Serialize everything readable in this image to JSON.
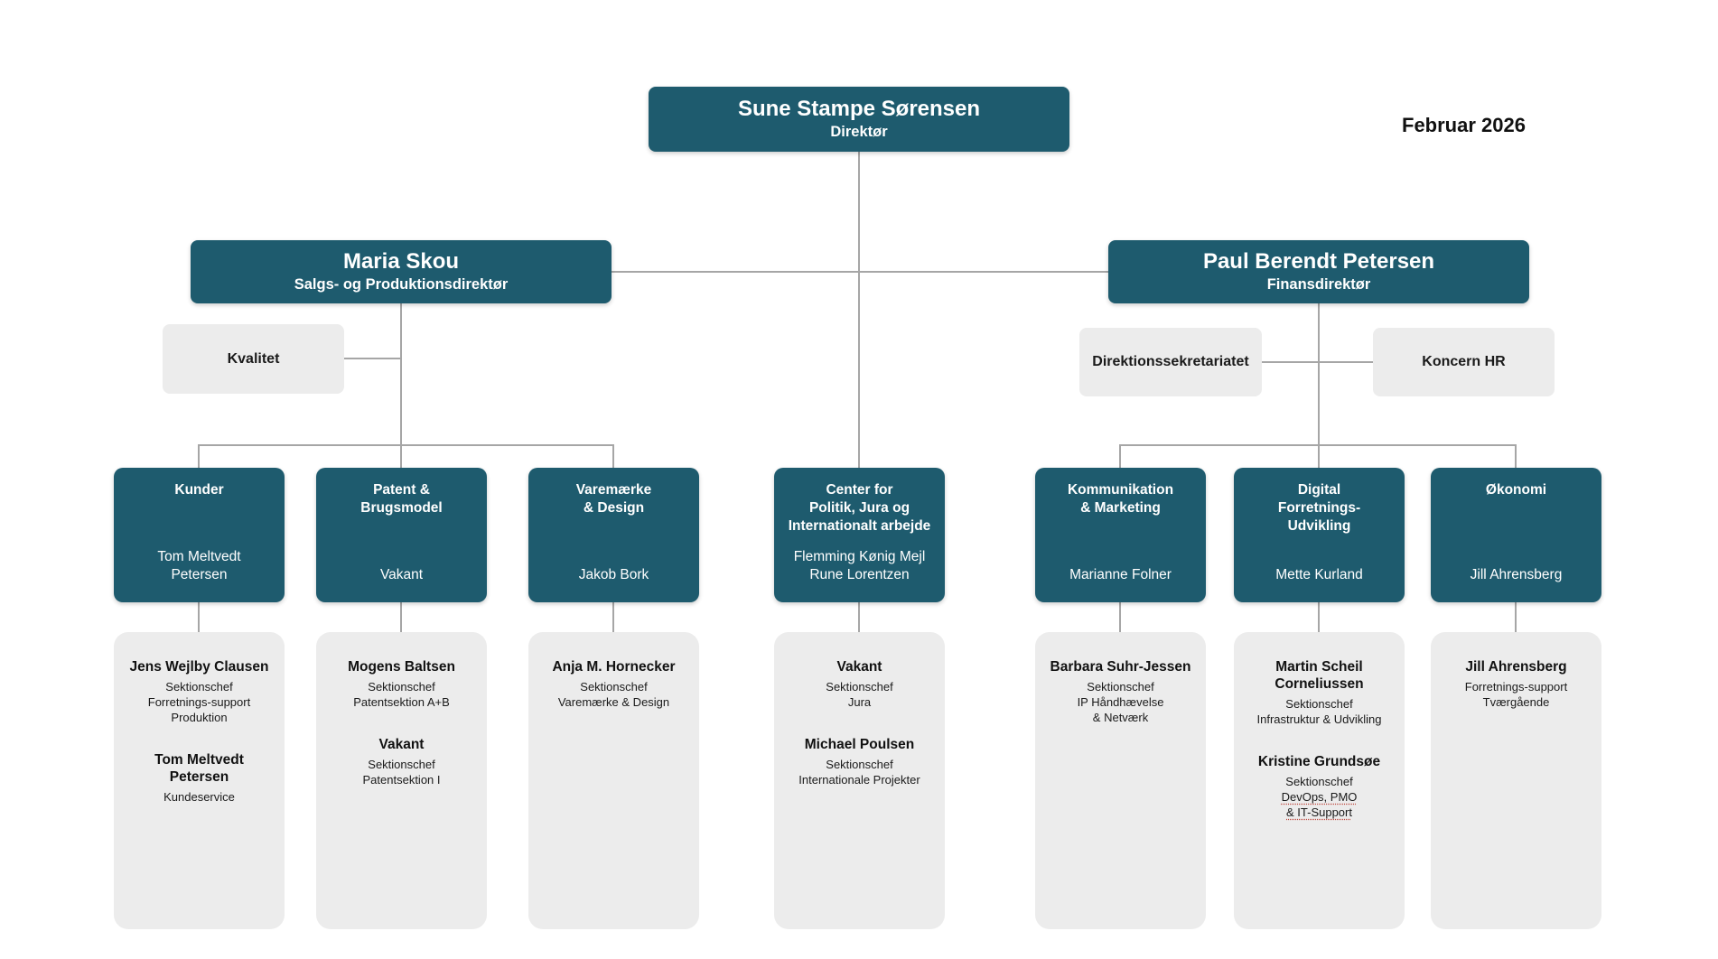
{
  "page": {
    "date_label": "Februar 2026",
    "colors": {
      "box_teal": "#1e5b6e",
      "box_gray": "#ececec",
      "connector": "#a6a6a6"
    }
  },
  "root": {
    "name": "Sune Stampe Sørensen",
    "title": "Direktør"
  },
  "directors": {
    "left": {
      "name": "Maria Skou",
      "title": "Salgs- og Produktionsdirektør"
    },
    "right": {
      "name": "Paul Berendt Petersen",
      "title": "Finansdirektør"
    }
  },
  "staff_units": {
    "kvalitet": "Kvalitet",
    "direktionssekretariat": "Direktionssekretariatet",
    "koncern_hr": "Koncern HR"
  },
  "departments": [
    {
      "title": "Kunder",
      "people": "Tom Meltvedt\nPetersen",
      "details": {
        "e1_name": "Jens Wejlby Clausen",
        "e1_lines": "Sektionschef\nForretnings-support\nProduktion",
        "e2_name": "Tom Meltvedt\nPetersen",
        "e2_lines": "Kundeservice"
      }
    },
    {
      "title": "Patent &\nBrugsmodel",
      "people": "Vakant",
      "details": {
        "e1_name": "Mogens Baltsen",
        "e1_lines": "Sektionschef\nPatentsektion A+B",
        "e2_name": "Vakant",
        "e2_lines": "Sektionschef\nPatentsektion I"
      }
    },
    {
      "title": "Varemærke\n& Design",
      "people": "Jakob Bork",
      "details": {
        "e1_name": "Anja M. Hornecker",
        "e1_lines": "Sektionschef\nVaremærke & Design"
      }
    },
    {
      "title": "Center for\nPolitik, Jura og\nInternationalt arbejde",
      "people": "Flemming Kønig Mejl\nRune Lorentzen",
      "details": {
        "e1_name": "Vakant",
        "e1_lines": "Sektionschef\nJura",
        "e2_name": "Michael Poulsen",
        "e2_lines": "Sektionschef\nInternationale Projekter"
      }
    },
    {
      "title": "Kommunikation\n& Marketing",
      "people": "Marianne Folner",
      "details": {
        "e1_name": "Barbara Suhr-Jessen",
        "e1_lines": "Sektionschef\nIP Håndhævelse\n& Netværk"
      }
    },
    {
      "title": "Digital\nForretnings-\nUdvikling",
      "people": "Mette Kurland",
      "details": {
        "e1_name": "Martin Scheil\nCorneliussen",
        "e1_lines": "Sektionschef\nInfrastruktur & Udvikling",
        "e2_name": "Kristine Grundsøe",
        "e2_lines": "Sektionschef",
        "e2_underlined": "DevOps, PMO\n& IT-Support"
      }
    },
    {
      "title": "Økonomi",
      "people": "Jill Ahrensberg",
      "details": {
        "e1_name": "Jill Ahrensberg",
        "e1_lines": "Forretnings-support\nTværgående"
      }
    }
  ]
}
